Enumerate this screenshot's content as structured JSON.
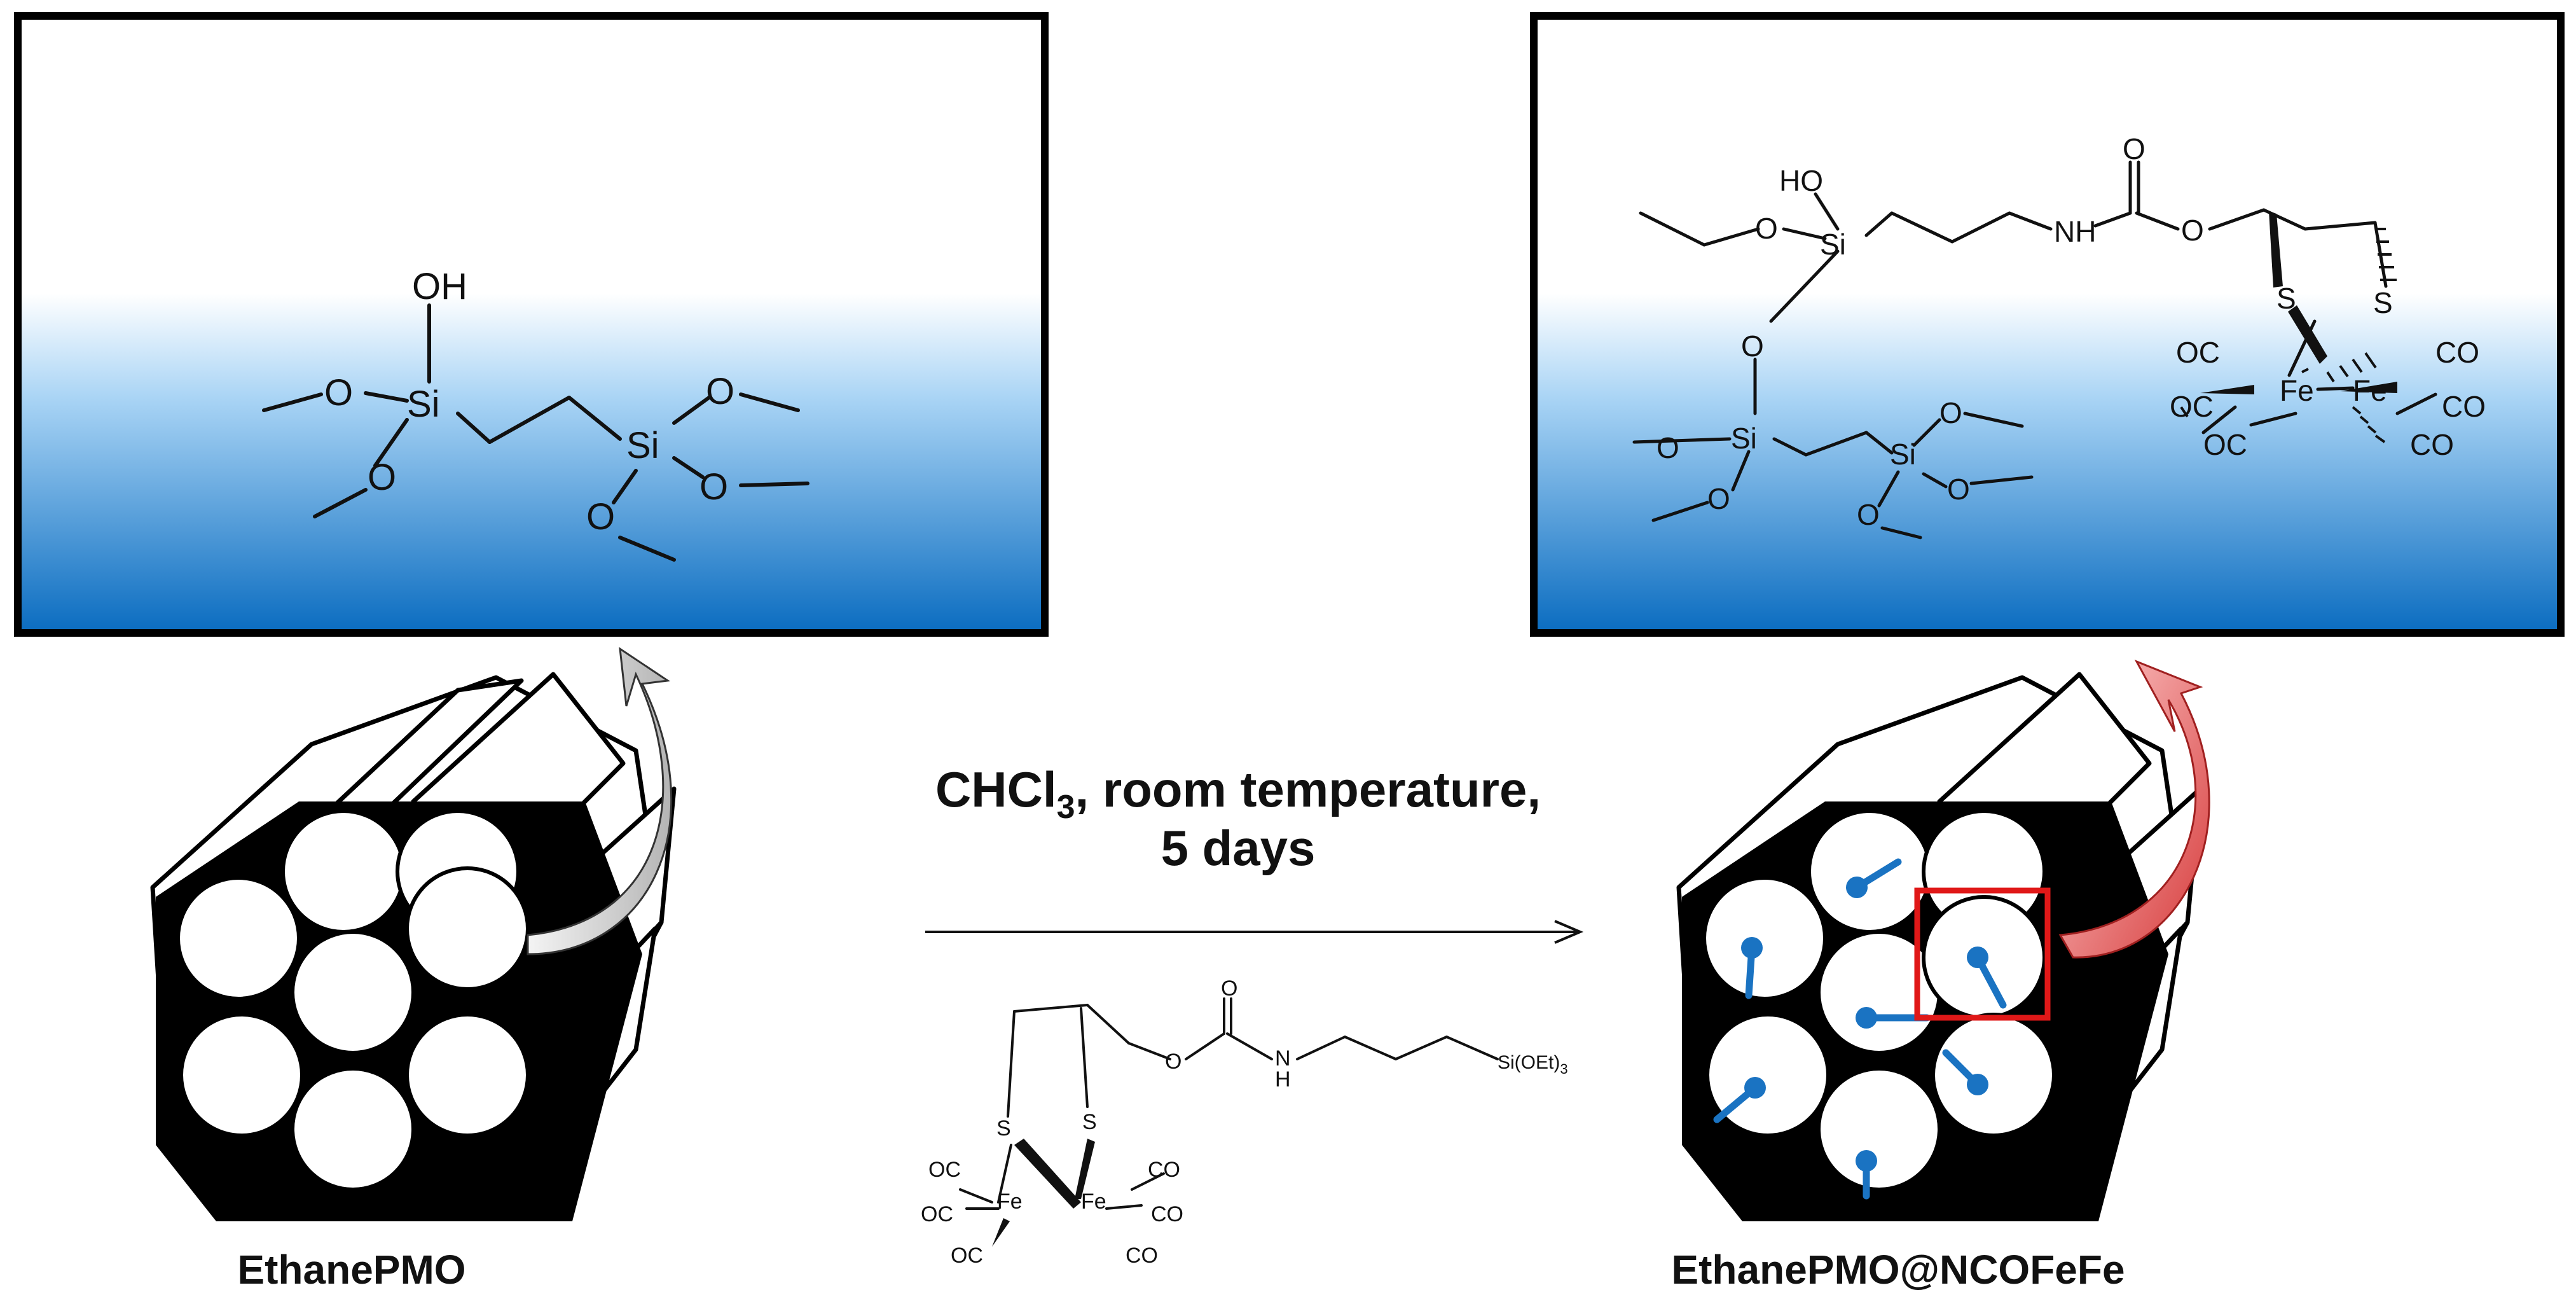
{
  "left_box": {
    "atoms": {
      "oh": "OH",
      "o1": "O",
      "o2": "O",
      "si1": "Si",
      "si2": "Si",
      "o3": "O",
      "o4": "O",
      "o5": "O"
    }
  },
  "right_box": {
    "atoms": {
      "ho": "HO",
      "o_ethoxy": "O",
      "si_top": "Si",
      "nh": "NH",
      "o_carbonyl": "O",
      "o_ester": "O",
      "o_bridge": "O",
      "si_a": "Si",
      "o_a1": "O",
      "o_a2": "O",
      "si_b": "Si",
      "o_b1": "O",
      "o_b2": "O",
      "o_b3": "O",
      "s1": "S",
      "s2": "S",
      "fe1": "Fe",
      "fe2": "Fe",
      "co_l1": "OC",
      "co_l2": "OC",
      "co_l3": "OC",
      "co_r1": "CO",
      "co_r2": "CO",
      "co_r3": "CO"
    }
  },
  "reaction": {
    "condition_line1_main": "CHCl",
    "condition_line1_sub": "3",
    "condition_line1_rest": ", room temperature,",
    "condition_line2": "5 days"
  },
  "reagent": {
    "o_carbonyl": "O",
    "o_ester": "O",
    "nh_n": "N",
    "nh_h": "H",
    "si_group": "Si(OEt)",
    "si_group_sub": "3",
    "s1": "S",
    "s2": "S",
    "fe1": "Fe",
    "fe2": "Fe",
    "co_l1": "OC",
    "co_l2": "OC",
    "co_l3": "OC",
    "co_r1": "CO",
    "co_r2": "CO",
    "co_r3": "CO"
  },
  "labels": {
    "left": "EthanePMO",
    "right": "EthanePMO@NCOFeFe"
  },
  "colors": {
    "box_gradient_top": "#ffffff",
    "box_gradient_bottom": "#0a6cc0",
    "tether": "#1a73c2",
    "highlight_box": "#e01818",
    "arrow_grey": "#c8c8c8",
    "arrow_red": "#e05050"
  }
}
